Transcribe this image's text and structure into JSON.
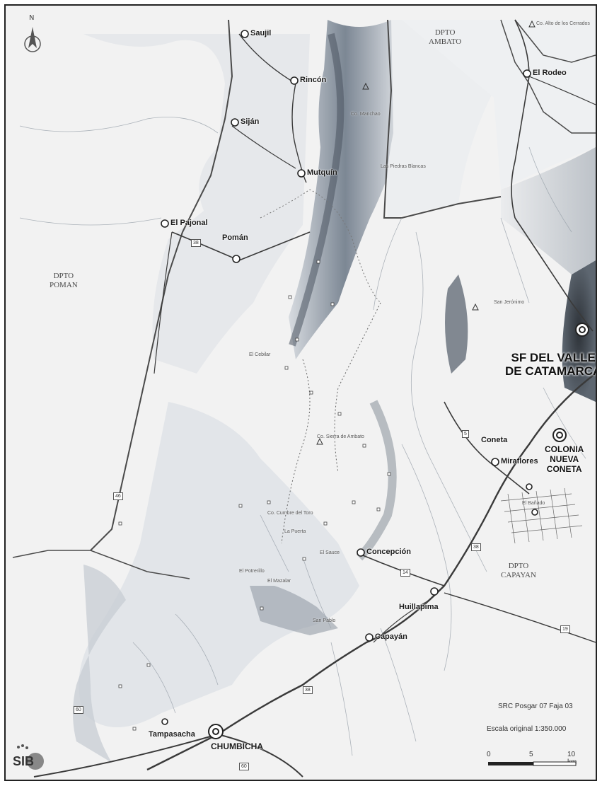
{
  "north": {
    "letter": "N",
    "icon": "north-arrow-icon"
  },
  "legend": {
    "crs": "SRC Posgar 07 Faja 03",
    "scale": "Escala original  1:350.000",
    "scale_ticks": [
      "0",
      "5",
      "10 km"
    ]
  },
  "logo": {
    "text": "SIB",
    "icon": "sib-logo-icon"
  },
  "departments": {
    "poman": "DPTO\nPOMAN",
    "ambato": "DPTO\nAMBATO",
    "capayan": "DPTO\nCAPAYAN"
  },
  "capital": {
    "line1": "SF DEL VALLE",
    "line2": "DE CATAMARCA"
  },
  "colonia": {
    "line1": "COLONIA",
    "line2": "NUEVA",
    "line3": "CONETA"
  },
  "towns": {
    "saujil": "Saujil",
    "rincon": "Rincón",
    "siján": "Siján",
    "mutquin": "Mutquín",
    "el_pajonal": "El Pajonal",
    "poman": "Pomán",
    "el_rodeo": "El Rodeo",
    "concepcion": "Concepción",
    "huillapima": "Huillapima",
    "capayan": "Capayán",
    "chumbicha": "CHUMBICHA",
    "coneta": "Coneta",
    "miraflores": "Miraflores",
    "tampasacha": "Tampasacha"
  },
  "places": {
    "san_jeronimo": "San Jerónimo",
    "sierra": "Co. Sierra de Ambato",
    "cumbre": "Co. Cumbre del Toro",
    "manchao": "Co. Manchao",
    "piedras": "Las Piedras Blancas",
    "el_potrerillo": "El Potrerillo",
    "el_mazalar": "El Mazalar",
    "sauce": "El Sauce",
    "la_puerta": "La Puerta",
    "el_bañado": "El Bañado",
    "san_pablo": "San Pablo",
    "ambato_cdos": "Co. Alto de los Cerrados",
    "el_cebilar": "El Cebilar"
  },
  "routes": [
    "38",
    "38",
    "14",
    "5",
    "19",
    "60",
    "60",
    "46",
    "38"
  ],
  "colors": {
    "background": "#f2f2f2",
    "mountain": "#6f7a86",
    "mountain_dark": "#3e4650",
    "road": "#3a3a3a",
    "water": "#b8bec6"
  }
}
